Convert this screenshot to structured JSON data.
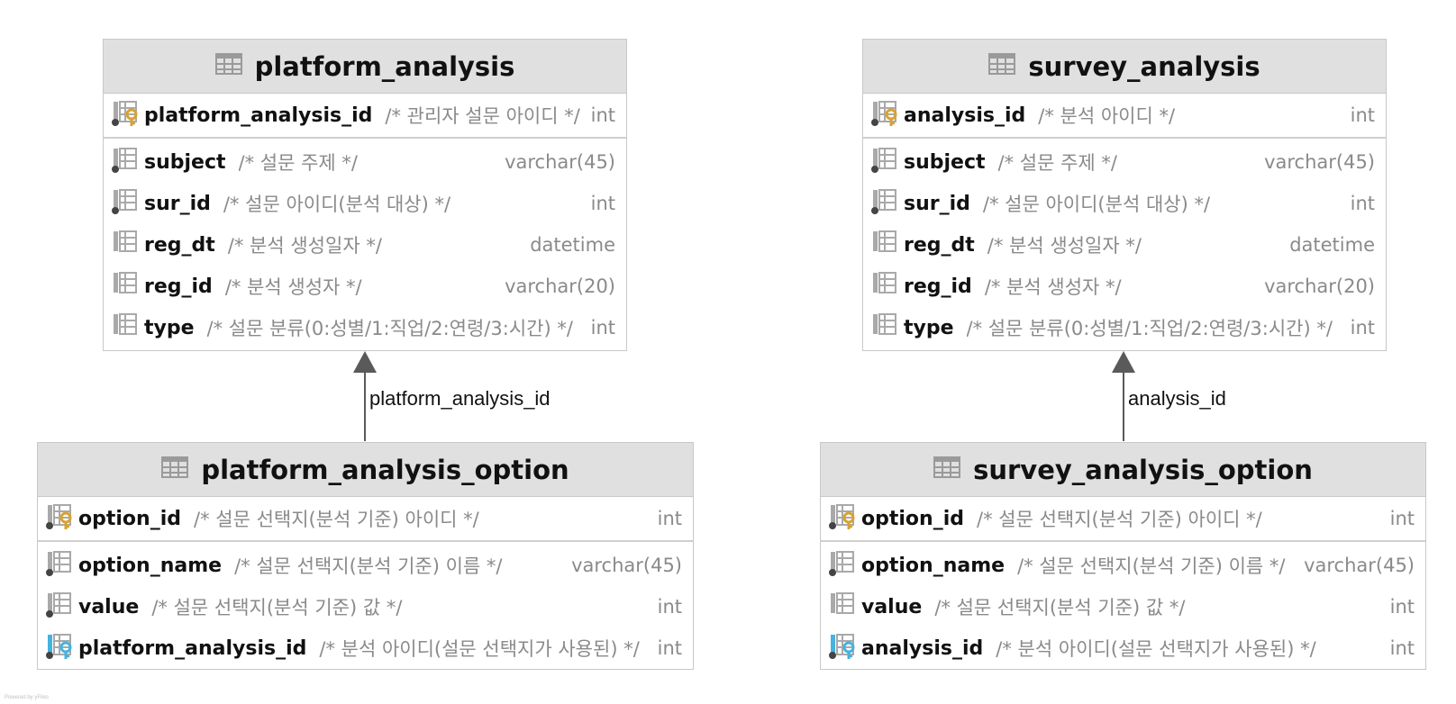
{
  "diagram": {
    "tables": [
      {
        "id": "platform_analysis",
        "name": "platform_analysis",
        "pk": [
          {
            "name": "platform_analysis_id",
            "comment": "/* 관리자 설문 아이디 */",
            "type": "int",
            "icon": "pk-key-icon"
          }
        ],
        "columns": [
          {
            "name": "subject",
            "comment": "/* 설문 주제 */",
            "type": "varchar(45)",
            "icon": "column-notnull-icon"
          },
          {
            "name": "sur_id",
            "comment": "/* 설문 아이디(분석 대상) */",
            "type": "int",
            "icon": "column-notnull-icon"
          },
          {
            "name": "reg_dt",
            "comment": "/* 분석 생성일자 */",
            "type": "datetime",
            "icon": "column-icon"
          },
          {
            "name": "reg_id",
            "comment": "/* 분석 생성자 */",
            "type": "varchar(20)",
            "icon": "column-icon"
          },
          {
            "name": "type",
            "comment": "/* 설문 분류(0:성별/1:직업/2:연령/3:시간) */",
            "type": "int",
            "icon": "column-icon"
          }
        ]
      },
      {
        "id": "survey_analysis",
        "name": "survey_analysis",
        "pk": [
          {
            "name": "analysis_id",
            "comment": "/* 분석 아이디 */",
            "type": "int",
            "icon": "pk-key-icon"
          }
        ],
        "columns": [
          {
            "name": "subject",
            "comment": "/* 설문 주제 */",
            "type": "varchar(45)",
            "icon": "column-notnull-icon"
          },
          {
            "name": "sur_id",
            "comment": "/* 설문 아이디(분석 대상) */",
            "type": "int",
            "icon": "column-notnull-icon"
          },
          {
            "name": "reg_dt",
            "comment": "/* 분석 생성일자 */",
            "type": "datetime",
            "icon": "column-icon"
          },
          {
            "name": "reg_id",
            "comment": "/* 분석 생성자 */",
            "type": "varchar(20)",
            "icon": "column-icon"
          },
          {
            "name": "type",
            "comment": "/* 설문 분류(0:성별/1:직업/2:연령/3:시간) */",
            "type": "int",
            "icon": "column-icon"
          }
        ]
      },
      {
        "id": "platform_analysis_option",
        "name": "platform_analysis_option",
        "pk": [
          {
            "name": "option_id",
            "comment": "/* 설문 선택지(분석 기준) 아이디 */",
            "type": "int",
            "icon": "pk-key-icon"
          }
        ],
        "columns": [
          {
            "name": "option_name",
            "comment": "/* 설문 선택지(분석 기준) 이름 */",
            "type": "varchar(45)",
            "icon": "column-notnull-icon"
          },
          {
            "name": "value",
            "comment": "/* 설문 선택지(분석 기준) 값 */",
            "type": "int",
            "icon": "column-notnull-icon"
          },
          {
            "name": "platform_analysis_id",
            "comment": "/* 분석 아이디(설문 선택지가 사용된) */",
            "type": "int",
            "icon": "fk-key-icon"
          }
        ]
      },
      {
        "id": "survey_analysis_option",
        "name": "survey_analysis_option",
        "pk": [
          {
            "name": "option_id",
            "comment": "/* 설문 선택지(분석 기준) 아이디 */",
            "type": "int",
            "icon": "pk-key-icon"
          }
        ],
        "columns": [
          {
            "name": "option_name",
            "comment": "/* 설문 선택지(분석 기준) 이름 */",
            "type": "varchar(45)",
            "icon": "column-notnull-icon"
          },
          {
            "name": "value",
            "comment": "/* 설문 선택지(분석 기준) 값 */",
            "type": "int",
            "icon": "column-icon"
          },
          {
            "name": "analysis_id",
            "comment": "/* 분석 아이디(설문 선택지가 사용된) */",
            "type": "int",
            "icon": "fk-key-icon"
          }
        ]
      }
    ],
    "relations": [
      {
        "from": "platform_analysis_option",
        "to": "platform_analysis",
        "label": "platform_analysis_id"
      },
      {
        "from": "survey_analysis_option",
        "to": "survey_analysis",
        "label": "analysis_id"
      }
    ]
  },
  "footer": {
    "text": "Powered by yFiles"
  },
  "colors": {
    "header_bg": "#e0e0e0",
    "border": "#c8c8c8",
    "pk_key": "#d8a232",
    "fk_key": "#45b2e0",
    "icon_gray": "#a9a9a9",
    "arrow": "#5a5a5a"
  }
}
